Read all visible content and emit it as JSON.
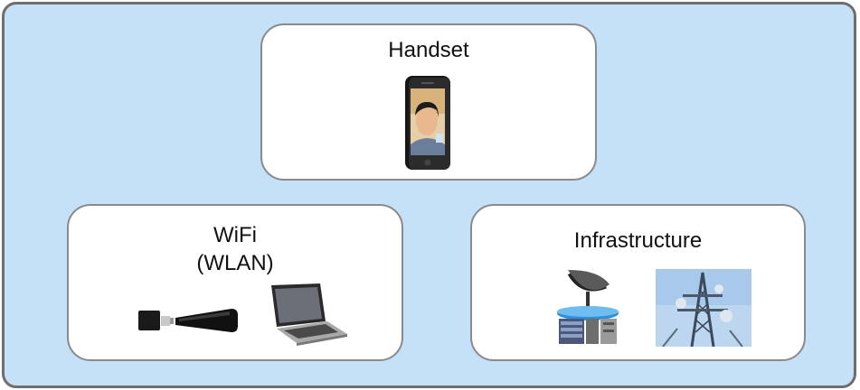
{
  "diagram": {
    "handset": {
      "title": "Handset",
      "image": "smartphone-icon"
    },
    "wifi": {
      "title_line1": "WiFi",
      "title_line2": "(WLAN)",
      "images": [
        "usb-wifi-dongle-icon",
        "laptop-icon"
      ]
    },
    "infrastructure": {
      "title": "Infrastructure",
      "images": [
        "satellite-dish-server-icon",
        "cell-tower-icon"
      ]
    }
  },
  "colors": {
    "background": "#c5e1f7",
    "border": "#6e6e6e",
    "card": "#ffffff",
    "card_border": "#8a8a8a"
  }
}
